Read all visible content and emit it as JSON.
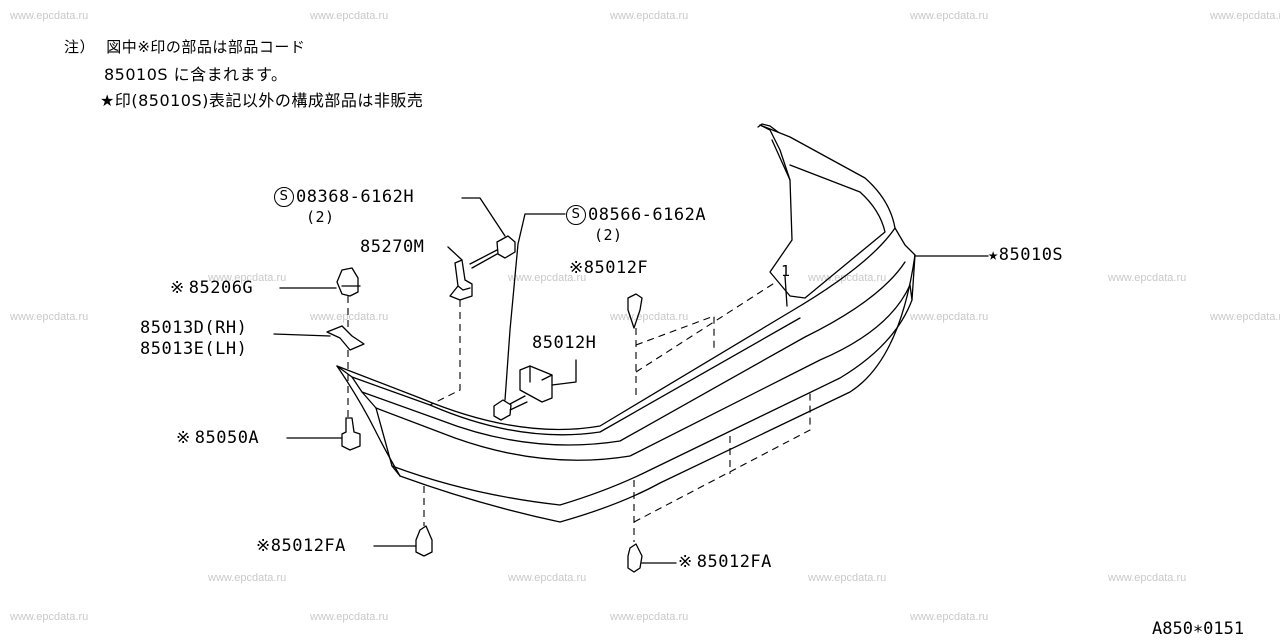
{
  "watermark": "www.epcdata.ru",
  "notes": {
    "line1_prefix": "注）",
    "line1_text": "図中",
    "line1_symbol": "※",
    "line1_rest": "印の部品は部品コード",
    "line2": "85010S に含まれます。",
    "line3_symbol": "★",
    "line3_text": "印(85010S)表記以外の構成部品は非販売"
  },
  "callouts": {
    "bolt_top": {
      "part": "08368-6162H",
      "qty": "(2)",
      "std_symbol": "S"
    },
    "bolt_mid": {
      "part": "08566-6162A",
      "qty": "(2)",
      "std_symbol": "S"
    },
    "bracket": {
      "part": "85270M"
    },
    "clip_f": {
      "symbol": "※",
      "part": "85012F"
    },
    "bumper": {
      "symbol": "★",
      "part": "85010S"
    },
    "nut": {
      "symbol": "※",
      "part": "85206G"
    },
    "seal_rh": {
      "part": "85013D",
      "side": "(RH)"
    },
    "seal_lh": {
      "part": "85013E",
      "side": "(LH)"
    },
    "bracket_h": {
      "part": "85012H"
    },
    "screw": {
      "symbol": "※",
      "part": "85050A"
    },
    "clip_fa_left": {
      "symbol": "※",
      "part": "85012FA"
    },
    "clip_fa_right": {
      "symbol": "※",
      "part": "85012FA"
    },
    "index_mark": "1"
  },
  "reference": "A850∗0151"
}
